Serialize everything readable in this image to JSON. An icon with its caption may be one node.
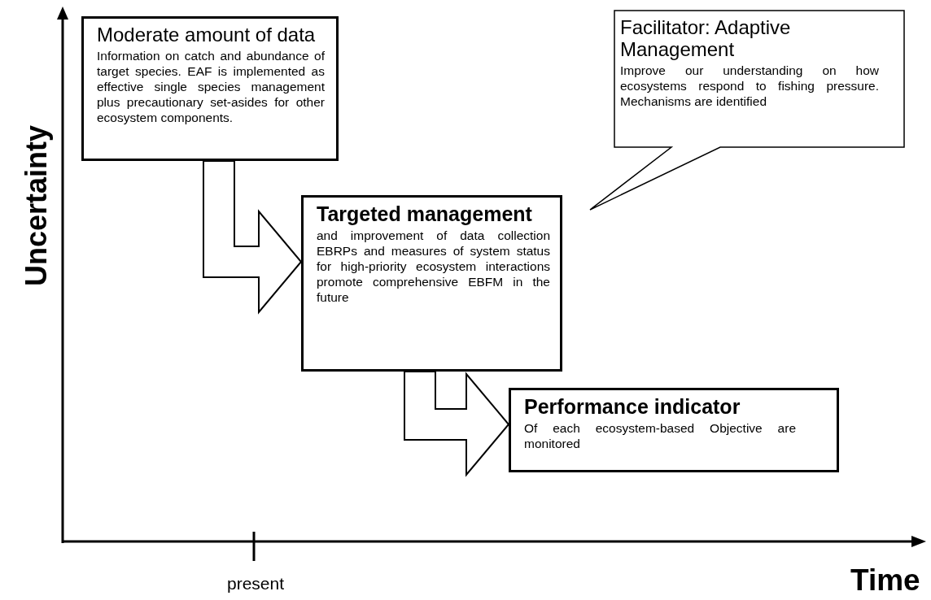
{
  "diagram": {
    "nodes": [
      {
        "text": [
          "Moderate amount of data",
          "Information on catch and abundance of target species. EAF is implemented as effective single species management plus precautionary set-asides for other ecosystem components."
        ]
      },
      {
        "text": [
          "Facilitator: Adaptive Management",
          "Improve our understanding on how ecosystems respond to fishing pressure. Mechanisms are identified"
        ]
      },
      {
        "text": [
          "Targeted management",
          "and improvement of data collection EBRPs and measures of system status for high-priority ecosystem interactions promote comprehensive EBFM in the future"
        ]
      },
      {
        "text": [
          "Performance indicator",
          "Of each ecosystem-based Objective are monitored"
        ]
      }
    ],
    "edges": [
      {
        "from": 0,
        "to": 2,
        "arrow": "to"
      },
      {
        "from": 2,
        "to": 3,
        "arrow": "to"
      }
    ],
    "labels": [
      "Uncertainty",
      "present",
      "Time"
    ]
  }
}
